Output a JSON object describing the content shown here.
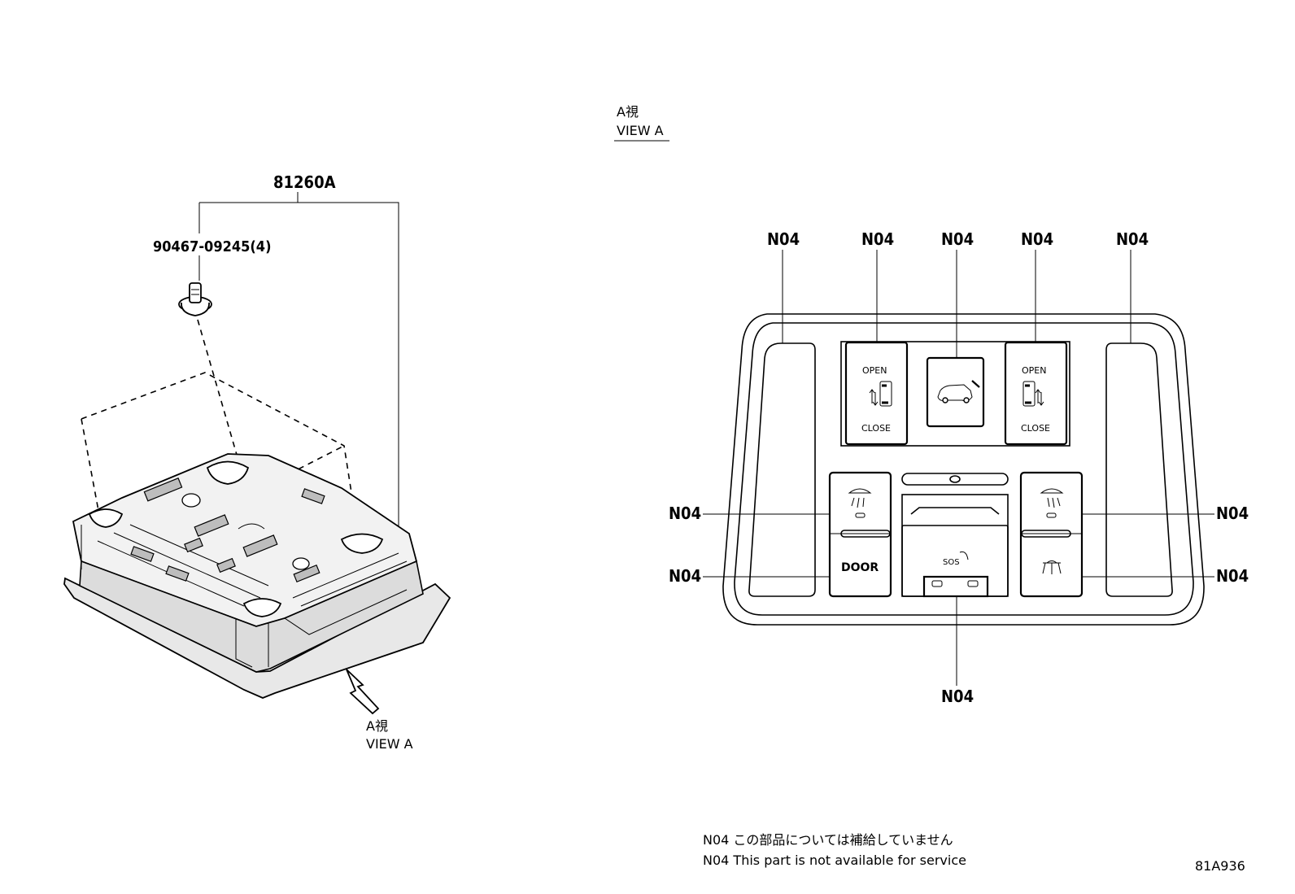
{
  "left_view": {
    "assembly_part_number": "81260A",
    "fastener_part_number": "90467-09245(4)",
    "view_label_jp": "A視",
    "view_label_en": "VIEW A"
  },
  "right_view": {
    "title_jp": "A視",
    "title_en": "VIEW A",
    "callout_code": "N04",
    "switch_labels": {
      "open": "OPEN",
      "close": "CLOSE",
      "door": "DOOR",
      "sos": "SOS"
    }
  },
  "notes": {
    "jp": "N04 この部品については補給していません",
    "en": "N04 This part is not available for service"
  },
  "illustration_number": "81A936"
}
